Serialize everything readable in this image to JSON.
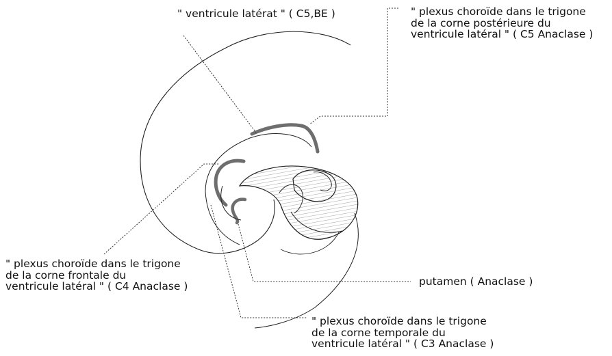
{
  "labels": {
    "ventricule": "\" ventricule latérat \" ( C5,BE )",
    "posterieure": [
      "\" plexus choroïde dans le trigone",
      "de la corne postérieure du",
      "ventricule latéral \" ( C5 Anaclase )"
    ],
    "frontale": [
      "\" plexus choroïde dans le trigone",
      "de la corne frontale du",
      "ventricule latéral \" ( C4 Anaclase )"
    ],
    "putamen": "putamen ( Anaclase )",
    "temporale": [
      "\" plexus choroïde dans le trigone",
      "de la corne temporale du",
      "ventricule latéral \" ( C3 Anaclase )"
    ]
  },
  "colors": {
    "line": "#222222",
    "plexus": "#6e6e6e",
    "hatch": "#8a8a8a"
  }
}
